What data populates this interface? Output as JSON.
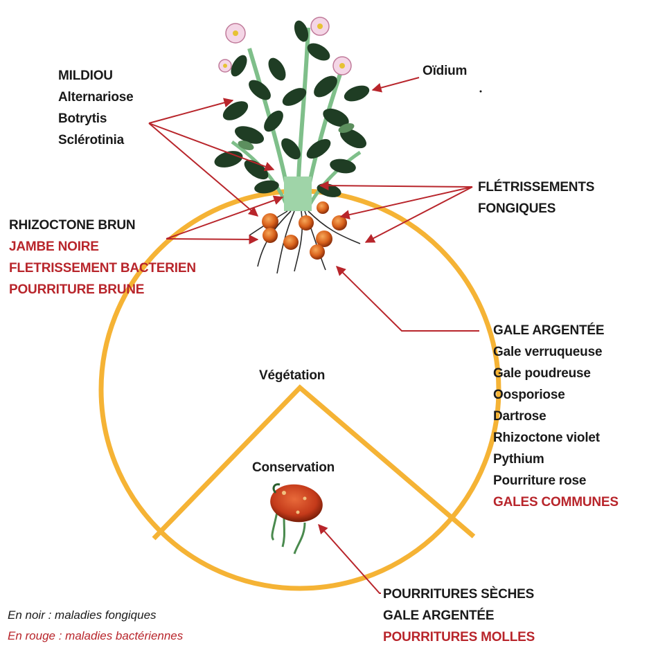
{
  "labels": {
    "mildiou_group": [
      "MILDIOU",
      "Alternariose",
      "Botrytis",
      "Sclérotinia"
    ],
    "oidium": "Oïdium",
    "fletrissements": [
      "FLÉTRISSEMENTS",
      "FONGIQUES"
    ],
    "rhizoctone_group": {
      "black": [
        "RHIZOCTONE BRUN"
      ],
      "red": [
        "JAMBE NOIRE",
        "FLETRISSEMENT  BACTERIEN",
        "POURRITURE BRUNE"
      ]
    },
    "gale_group": {
      "black": [
        "GALE ARGENTÉE",
        "Gale verruqueuse",
        "Gale poudreuse",
        "Oosporiose",
        "Dartrose",
        "Rhizoctone violet",
        "Pythium",
        "Pourriture rose"
      ],
      "red": [
        "GALES COMMUNES"
      ]
    },
    "vegetation": "Végétation",
    "conservation": "Conservation",
    "pourritures_group": {
      "black": [
        "POURRITURES SÈCHES",
        "GALE ARGENTÉE"
      ],
      "red": [
        "POURRITURES MOLLES"
      ]
    }
  },
  "legend": {
    "black_text": "En noir : maladies fongiques",
    "red_text": "En rouge : maladies bactériennes"
  },
  "colors": {
    "cycle_orange": "#f5b335",
    "arrow_red": "#b8252b",
    "text_black": "#1a1a1a",
    "text_red": "#b8252b",
    "leaf_green": "#1f3d24",
    "stem_green": "#9fd4a8",
    "tuber_orange": "#d9621c"
  }
}
